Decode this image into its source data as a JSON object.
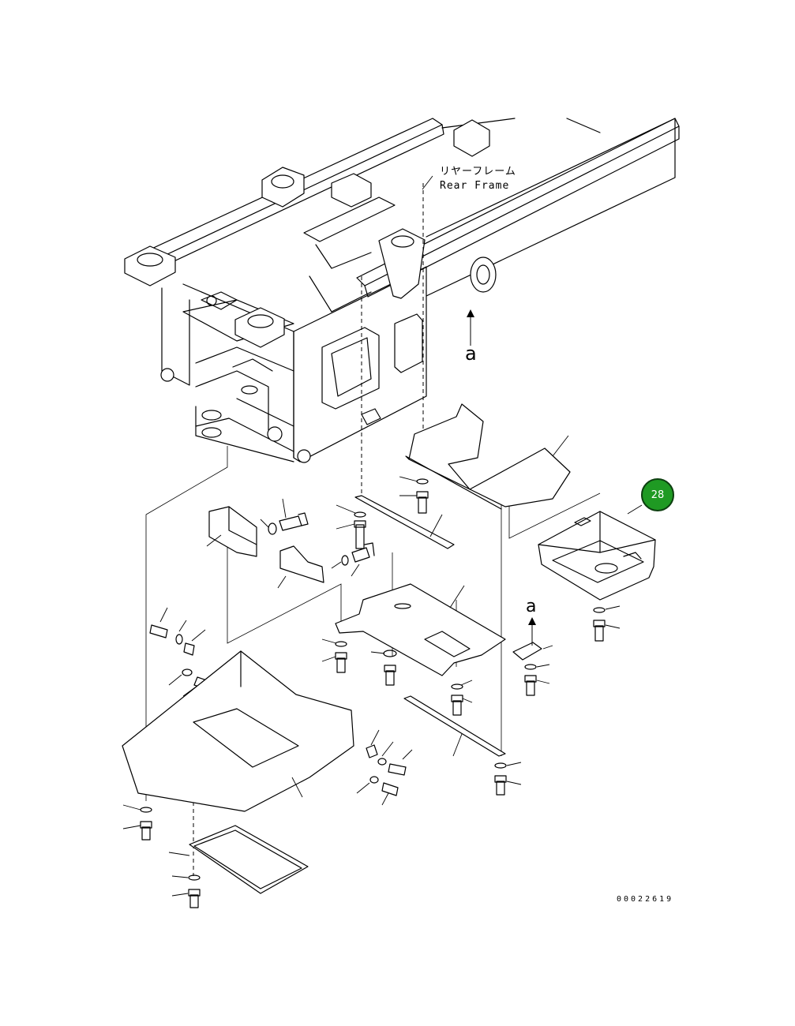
{
  "rear_frame_label": {
    "japanese": "リヤーフレーム",
    "english": "Rear Frame"
  },
  "view_arrow_letter_1": "a",
  "view_arrow_letter_2": "a",
  "callout": {
    "number": "28",
    "color": "#1f9a23"
  },
  "document_number": "00022619"
}
